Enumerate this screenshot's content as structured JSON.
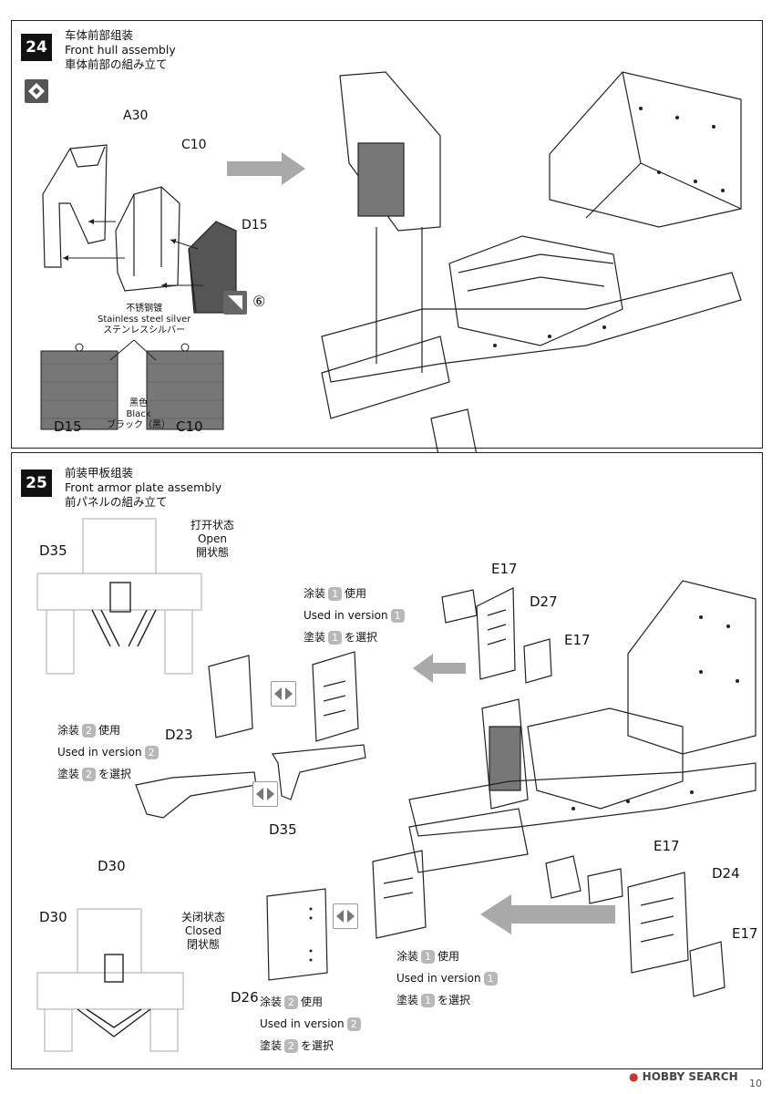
{
  "step24": {
    "number": "24",
    "title_cn": "车体前部组装",
    "title_en": "Front hull assembly",
    "title_jp": "車体前部の組み立て",
    "parts": {
      "a30": "A30",
      "c10": "C10",
      "d15": "D15",
      "d15_bottom": "D15",
      "c10_bottom": "C10"
    },
    "ref_step": "⑥",
    "paint_stainless_cn": "不锈钢镀",
    "paint_stainless_en": "Stainless steel silver",
    "paint_stainless_jp": "ステンレスシルバー",
    "paint_black_cn": "黑色",
    "paint_black_en": "Black",
    "paint_black_jp": "ブラック（黑）"
  },
  "step25": {
    "number": "25",
    "title_cn": "前装甲板组装",
    "title_en": "Front armor plate assembly",
    "title_jp": "前パネルの組み立て",
    "open_cn": "打开状态",
    "open_en": "Open",
    "open_jp": "開状態",
    "closed_cn": "关闭状态",
    "closed_en": "Closed",
    "closed_jp": "閉状態",
    "parts": {
      "d35_top": "D35",
      "e17_a": "E17",
      "d27": "D27",
      "e17_b": "E17",
      "d23": "D23",
      "d35": "D35",
      "d30": "D30",
      "e17_c": "E17",
      "d24": "D24",
      "e17_d": "E17",
      "d30_closed": "D30",
      "d26": "D26"
    },
    "version1": {
      "cn_pre": "涂装",
      "num": "1",
      "cn_post": "使用",
      "en": "Used in version",
      "jp_pre": "塗装",
      "jp_post": "を選択"
    },
    "version2": {
      "cn_pre": "涂装",
      "num": "2",
      "cn_post": "使用",
      "en": "Used in version",
      "jp_pre": "塗装",
      "jp_post": "を選択"
    }
  },
  "footer": {
    "brand": "HOBBY SEARCH",
    "page": "10"
  },
  "colors": {
    "arrow": "#a9a9a9",
    "badge": "#b8b8b8",
    "ink": "#111111"
  }
}
